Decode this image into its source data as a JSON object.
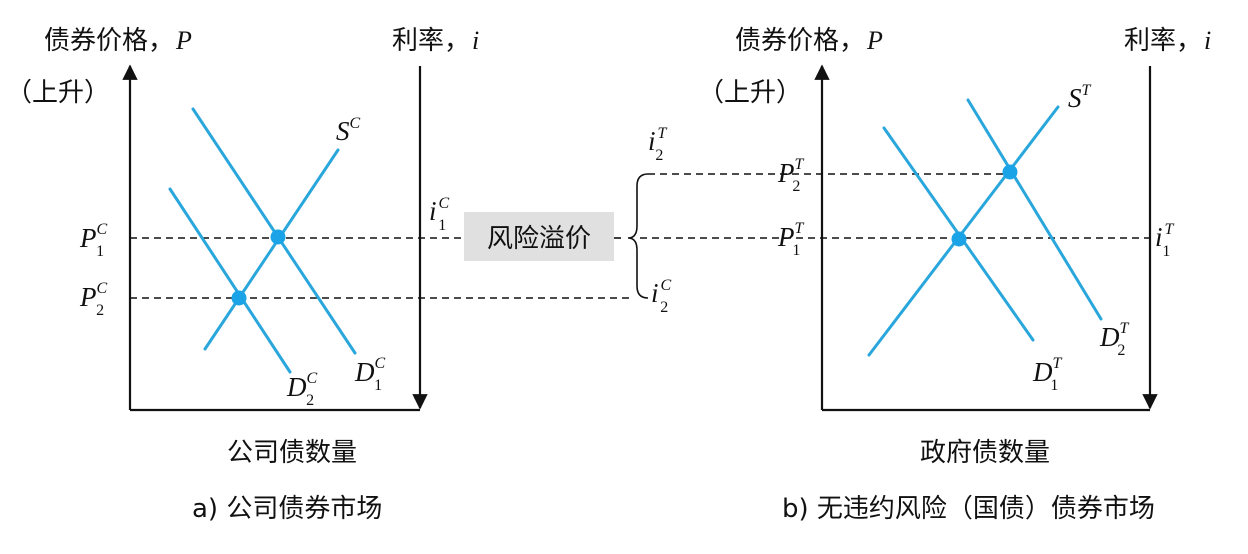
{
  "colors": {
    "curve": "#29a6dc",
    "dot": "#1ba3e8",
    "premium_box": "#e0e0e0",
    "ink": "#111111"
  },
  "left_panel": {
    "y_axis_label": "债券价格，",
    "y_axis_symbol": "P",
    "y_axis_note": "（上升）",
    "rate_axis_label": "利率，",
    "rate_axis_symbol": "i",
    "x_axis_label": "公司债数量",
    "caption": "a) 公司债券市场",
    "supply": {
      "base": "S",
      "sup": "C"
    },
    "demand1": {
      "base": "D",
      "sup": "C",
      "sub": "1"
    },
    "demand2": {
      "base": "D",
      "sup": "C",
      "sub": "2"
    },
    "price1": {
      "base": "P",
      "sup": "C",
      "sub": "1"
    },
    "price2": {
      "base": "P",
      "sup": "C",
      "sub": "2"
    },
    "rate1": {
      "base": "i",
      "sup": "C",
      "sub": "1"
    }
  },
  "middle": {
    "premium_label": "风险溢价",
    "rate_top": {
      "base": "i",
      "sup": "T",
      "sub": "2"
    },
    "rate_bottom": {
      "base": "i",
      "sup": "C",
      "sub": "2"
    }
  },
  "right_panel": {
    "y_axis_label": "债券价格，",
    "y_axis_symbol": "P",
    "y_axis_note": "（上升）",
    "rate_axis_label": "利率，",
    "rate_axis_symbol": "i",
    "x_axis_label": "政府债数量",
    "caption": "b) 无违约风险（国债）债券市场",
    "supply": {
      "base": "S",
      "sup": "T"
    },
    "demand1": {
      "base": "D",
      "sup": "T",
      "sub": "1"
    },
    "demand2": {
      "base": "D",
      "sup": "T",
      "sub": "2"
    },
    "price1": {
      "base": "P",
      "sup": "T",
      "sub": "1"
    },
    "price2": {
      "base": "P",
      "sup": "T",
      "sub": "2"
    },
    "rate1": {
      "base": "i",
      "sup": "T",
      "sub": "1"
    }
  }
}
